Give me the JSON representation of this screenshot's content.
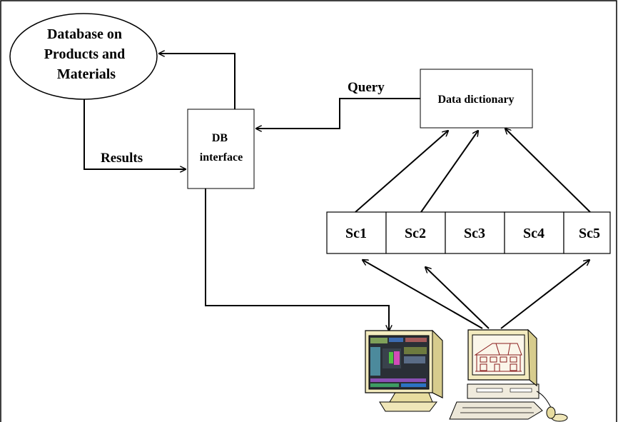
{
  "diagram": {
    "database": {
      "lines": [
        "Database on",
        "Products and",
        "Materials"
      ]
    },
    "db_interface": {
      "lines": [
        "DB",
        "interface"
      ]
    },
    "data_dictionary": {
      "label": "Data dictionary"
    },
    "edges": {
      "query": "Query",
      "results": "Results"
    },
    "sub_components": [
      {
        "label": "Sc1"
      },
      {
        "label": "Sc2"
      },
      {
        "label": "Sc3"
      },
      {
        "label": "Sc4"
      },
      {
        "label": "Sc5"
      }
    ]
  },
  "icons": [
    "workstation-monitor-icon",
    "computer-with-house-drawing-icon"
  ]
}
